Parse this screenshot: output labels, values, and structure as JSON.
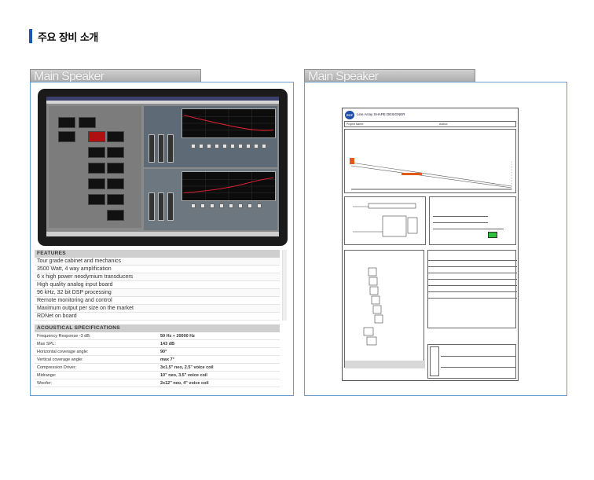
{
  "heading": "주요 장비 소개",
  "left_tab": "Main Speaker",
  "right_tab": "Main Speaker",
  "features": {
    "title": "FEATURES",
    "items": [
      "Tour grade cabinet and mechanics",
      "3500 Watt, 4 way amplification",
      "6 x high power neodymium transducers",
      "High quality analog input board",
      "96 kHz, 32 bit DSP processing",
      "Remote monitoring and control",
      "Maximum output per size on the market",
      "RDNet on board"
    ]
  },
  "specs": {
    "title": "ACOUSTICAL SPECIFICATIONS",
    "rows": [
      {
        "label": "Frequency Response -3 dB:",
        "value": "50 Hz ÷ 20000 Hz"
      },
      {
        "label": "Max SPL:",
        "value": "143 dB"
      },
      {
        "label": "Horizontal coverage angle:",
        "value": "90°"
      },
      {
        "label": "Vertical coverage angle:",
        "value": "max 7°"
      },
      {
        "label": "Compression Driver:",
        "value": "3x1.5\" neo, 2.5\" voice coil"
      },
      {
        "label": "Midrange:",
        "value": "10\" neo, 3.5\" voice coil"
      },
      {
        "label": "Woofer:",
        "value": "2x12\" neo, 4\" voice coil"
      }
    ]
  },
  "doc": {
    "logo": "RCF",
    "title": "Line Array SHAPE DESIGNER",
    "project_label": "Project Name:",
    "author_label": "Author:"
  }
}
